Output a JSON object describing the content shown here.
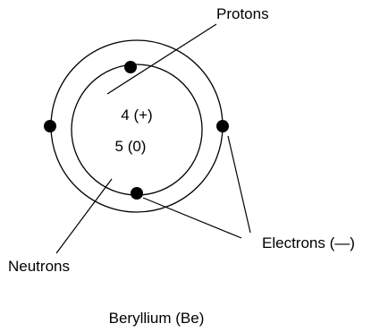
{
  "diagram": {
    "element_name": "Beryllium (Be)",
    "nucleus": {
      "protons_value": "4 (+)",
      "neutrons_value": "5 (0)"
    },
    "labels": {
      "protons": "Protons",
      "neutrons": "Neutrons",
      "electrons": "Electrons (—)"
    },
    "electron_count": 4,
    "shell_count": 2
  },
  "colors": {
    "line": "#000000",
    "electron": "#000000",
    "background": "#ffffff"
  }
}
